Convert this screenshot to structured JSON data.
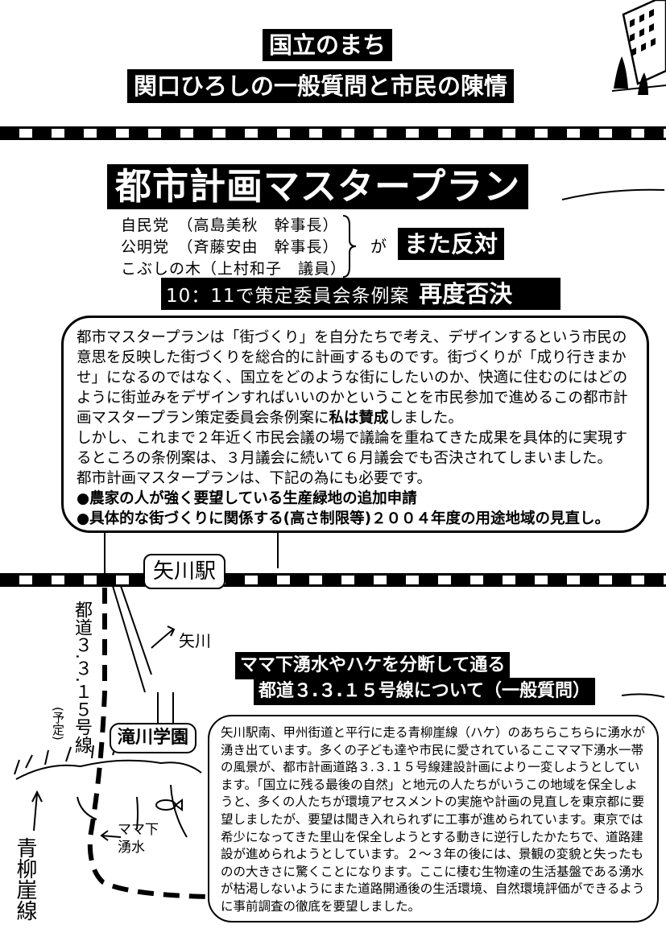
{
  "header": {
    "title_line1": "国立のまち",
    "title_line2": "関口ひろしの一般質問と市民の陳情"
  },
  "headline": "都市計画マスタープラン",
  "parties": [
    "自民党　（高島美秋　幹事長）",
    "公明党　（斉藤安由　幹事長）",
    "こぶしの木（上村和子　議員）"
  ],
  "parties_ga": "が",
  "opposed": "また反対",
  "vote_result": {
    "text": "10：11で策定委員会条例案",
    "emphasis": "再度否決"
  },
  "plan_box": {
    "paragraph1": "都市マスタープランは「街づくり」を自分たちで考え、デザインするという市民の意思を反映した街づくりを総合的に計画するものです。街づくりが「成り行きまかせ」になるのではなく、国立をどのような街にしたいのか、快適に住むのにはどのように街並みをデザインすればいいのかということを市民参加で進めるこの都市計画マスタープラン策定委員会条例案に",
    "paragraph1_bold": "私は賛成",
    "paragraph1_end": "しました。",
    "paragraph2": "しかし、これまで２年近く市民会議の場で議論を重ねてきた成果を具体的に実現するところの条例案は、３月議会に続いて６月議会でも否決されてしまいました。",
    "paragraph3": "都市計画マスタープランは、下記の為にも必要です。",
    "bullet1": "●農家の人が強く要望している生産緑地の追加申請",
    "bullet2": "●具体的な街づくりに関係する(高さ制限等)２００４年度の用途地域の見直し。"
  },
  "map": {
    "station": "矢川駅",
    "yagawa": "矢川",
    "road": "都道３.３.１５号線",
    "road_planned": "(予定)",
    "school": "滝川学園",
    "cliff_line": "青柳崖線",
    "spring": "ママ下湧水"
  },
  "spring_section": {
    "title_line1": "ママ下湧水やハケを分断して通る",
    "title_line2": "都道３.３.１５号線について（一般質問）",
    "body": "矢川駅南、甲州街道と平行に走る青柳崖線（ハケ）のあちらこちらに湧水が湧き出ています。多くの子ども達や市民に愛されているここママ下湧水一帯の風景が、都市計画道路３.３.１５号線建設計画により一変しようとしています。「国立に残る最後の自然」と地元の人たちがいうこの地域を保全しようと、多くの人たちが環境アセスメントの実施や計画の見直しを東京都に要望しましたが、要望は聞き入れられずに工事が進められています。東京では希少になってきた里山を保全しようとする動きに逆行したかたちで、道路建設が進められようとしています。２～３年の後には、景観の変貌と失ったものの大きさに驚くことになります。ここに棲む生物達の生活基盤である湧水が枯渇しないようにまた道路開通後の生活環境、自然環境評価ができるように事前調査の徹底を要望しました。"
  }
}
